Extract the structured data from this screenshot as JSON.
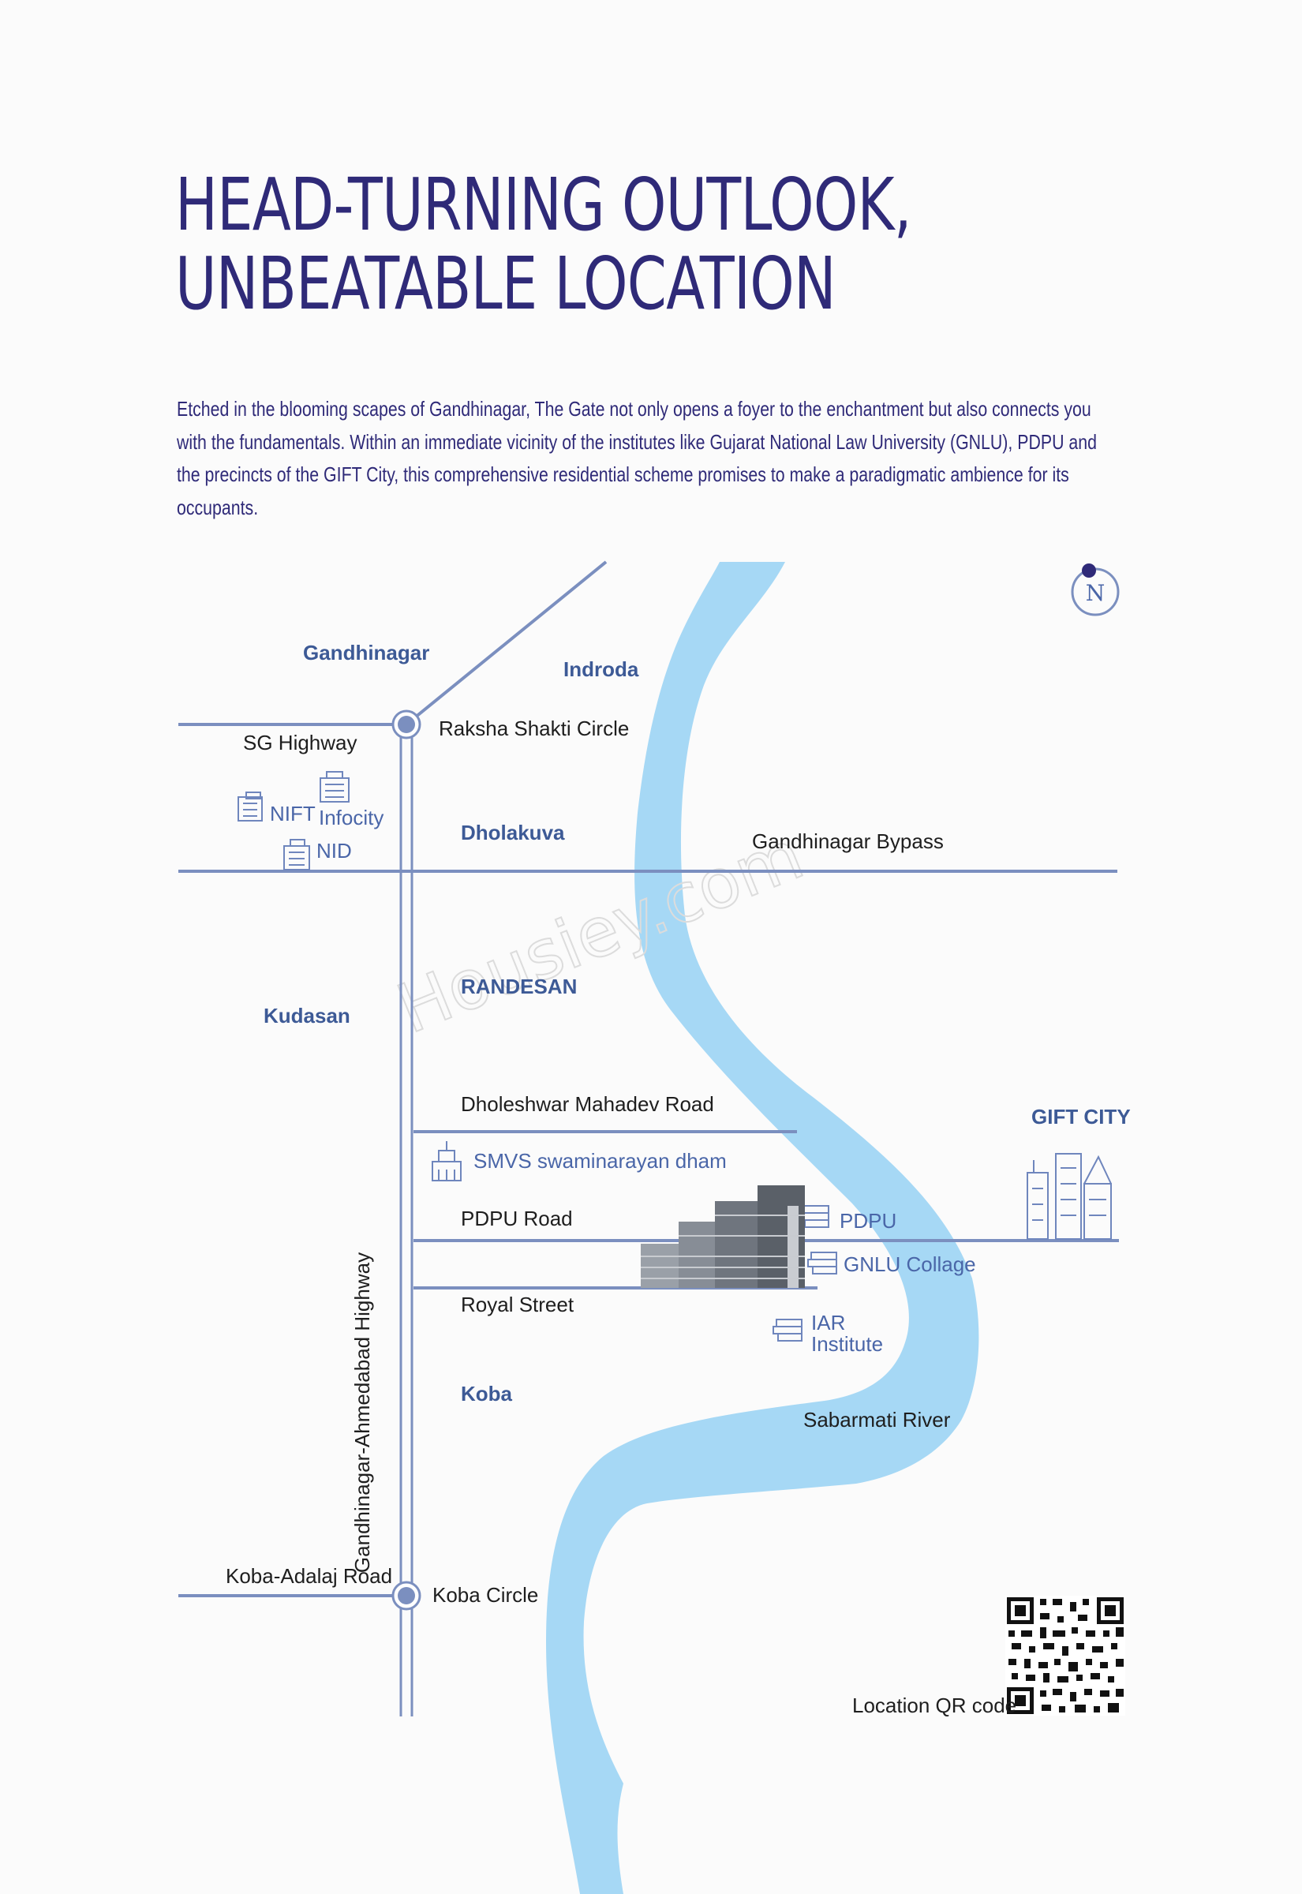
{
  "heading": {
    "line1": "HEAD-TURNING OUTLOOK,",
    "line2": "UNBEATABLE LOCATION"
  },
  "intro": "Etched in the blooming scapes of Gandhinagar, The Gate not only opens a foyer to the enchantment but also connects you with the fundamentals. Within an immediate vicinity of the institutes like Gujarat National Law University (GNLU), PDPU and the precincts of the GIFT City, this comprehensive residential scheme promises to make a paradigmatic ambience for its occupants.",
  "map": {
    "compass": "N",
    "areas": {
      "gandhinagar": "Gandhinagar",
      "indroda": "Indroda",
      "dholakuva": "Dholakuva",
      "randesan": "RANDESAN",
      "kudasan": "Kudasan",
      "koba": "Koba",
      "gift_city": "GIFT CITY"
    },
    "roads": {
      "sg_highway": "SG Highway",
      "raksha_shakti_circle": "Raksha Shakti Circle",
      "gandhinagar_bypass": "Gandhinagar Bypass",
      "dholeshwar_mahadev_road": "Dholeshwar Mahadev Road",
      "pdpu_road": "PDPU Road",
      "royal_street": "Royal Street",
      "gandhinagar_ahmedabad_highway": "Gandhinagar-Ahmedabad Highway",
      "koba_adalaj_road": "Koba-Adalaj Road",
      "koba_circle": "Koba Circle"
    },
    "landmarks": {
      "nift": "NIFT",
      "infocity": "Infocity",
      "nid": "NID",
      "smvs": "SMVS swaminarayan dham",
      "pdpu": "PDPU",
      "gnlu": "GNLU Collage",
      "iar_line1": "IAR",
      "iar_line2": "Institute"
    },
    "river": "Sabarmati River",
    "watermark": "Housiey.com",
    "qr_caption": "Location QR code"
  },
  "colors": {
    "heading": "#2f2a78",
    "road": "#7b8fbf",
    "river": "#a6d8f5",
    "area_label": "#3d5a96",
    "landmark": "#4a66a8"
  },
  "icons": [
    "compass-icon",
    "office-building-icon",
    "temple-icon",
    "stacked-books-icon",
    "skyscrapers-icon",
    "residential-towers-icon",
    "qr-code-icon"
  ]
}
